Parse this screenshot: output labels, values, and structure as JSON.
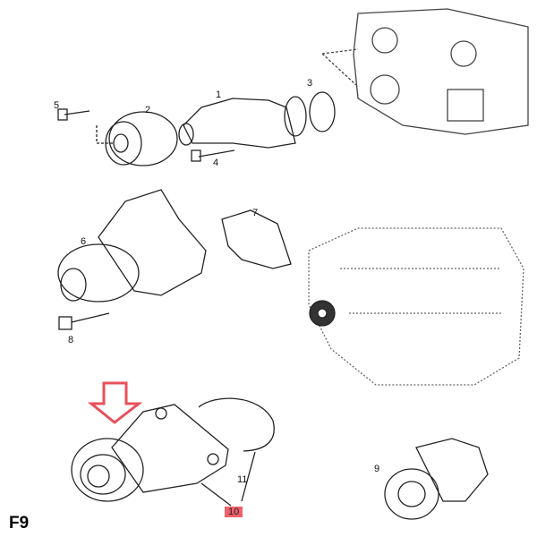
{
  "figure_label": "F9",
  "callouts": [
    "1",
    "2",
    "3",
    "4",
    "5",
    "6",
    "7",
    "8",
    "9",
    "10",
    "11"
  ],
  "highlighted_callout": "10",
  "colors": {
    "highlight": "#f0606a",
    "arrow": "#e8505a",
    "line": "#222222"
  }
}
